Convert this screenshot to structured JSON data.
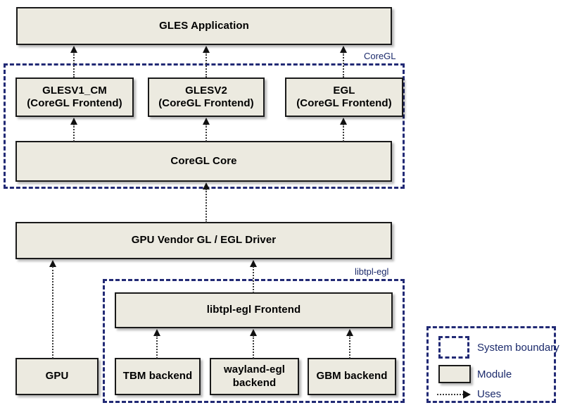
{
  "diagram": {
    "title": "CoreGL / libtpl-egl architecture",
    "background_color": "#ffffff",
    "module_fill_color": "#ECEAE0",
    "module_border_color": "#1a1a1a",
    "boundary_color": "#222a75",
    "label_text_color": "#1b2a6b",
    "arrow_color": "#3a3a3a"
  },
  "modules": {
    "gles_application": "GLES Application",
    "glesv1_cm": "GLESV1_CM\n(CoreGL Frontend)",
    "glesv2": "GLESV2\n(CoreGL Frontend)",
    "egl": "EGL\n(CoreGL Frontend)",
    "coregl_core": "CoreGL Core",
    "gpu_vendor_driver": "GPU Vendor GL / EGL Driver",
    "libtpl_egl_frontend": "libtpl-egl Frontend",
    "gpu": "GPU",
    "tbm_backend": "TBM backend",
    "wayland_egl_backend": "wayland-egl\nbackend",
    "gbm_backend": "GBM backend"
  },
  "boundaries": {
    "coregl": "CoreGL",
    "libtpl_egl": "libtpl-egl"
  },
  "legend": {
    "system_boundary": "System boundary",
    "module": "Module",
    "uses": "Uses"
  }
}
